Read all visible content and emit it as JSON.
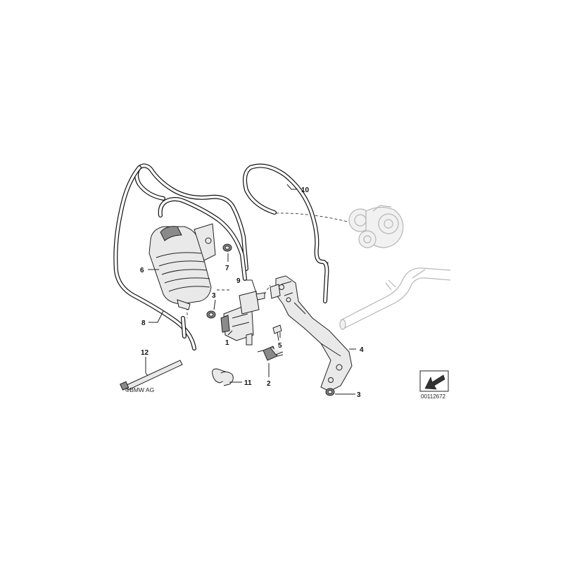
{
  "callouts": {
    "c1": "1",
    "c2": "2",
    "c3a": "3",
    "c3b": "3",
    "c4": "4",
    "c5": "5",
    "c6": "6",
    "c7": "7",
    "c8": "8",
    "c9": "9",
    "c10": "10",
    "c11": "11",
    "c12": "12"
  },
  "copyright": "©BMW AG",
  "image_number": "00112672",
  "colors": {
    "line": "#111111",
    "fill": "#e9e9e9",
    "ghost": "#b5b5b5"
  }
}
